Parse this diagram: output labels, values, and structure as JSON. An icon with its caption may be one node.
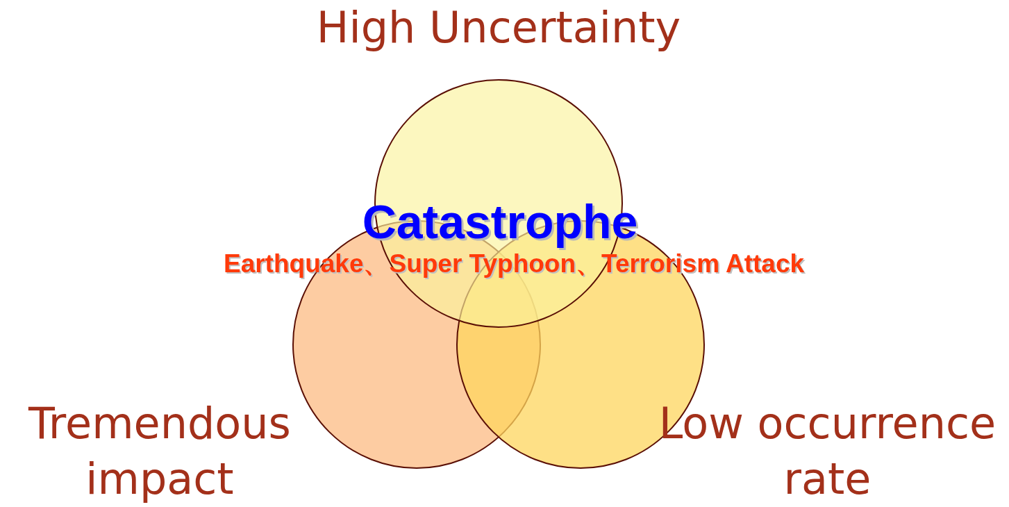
{
  "diagram": {
    "nodes": [
      {
        "text": [
          "High Uncertainty"
        ]
      },
      {
        "text": [
          "Tremendous impact"
        ]
      },
      {
        "text": [
          "Low occurrence rate"
        ]
      }
    ],
    "labels": [
      "Catastrophe",
      "Earthquake、Super Typhoon、Terrorism Attack"
    ]
  }
}
